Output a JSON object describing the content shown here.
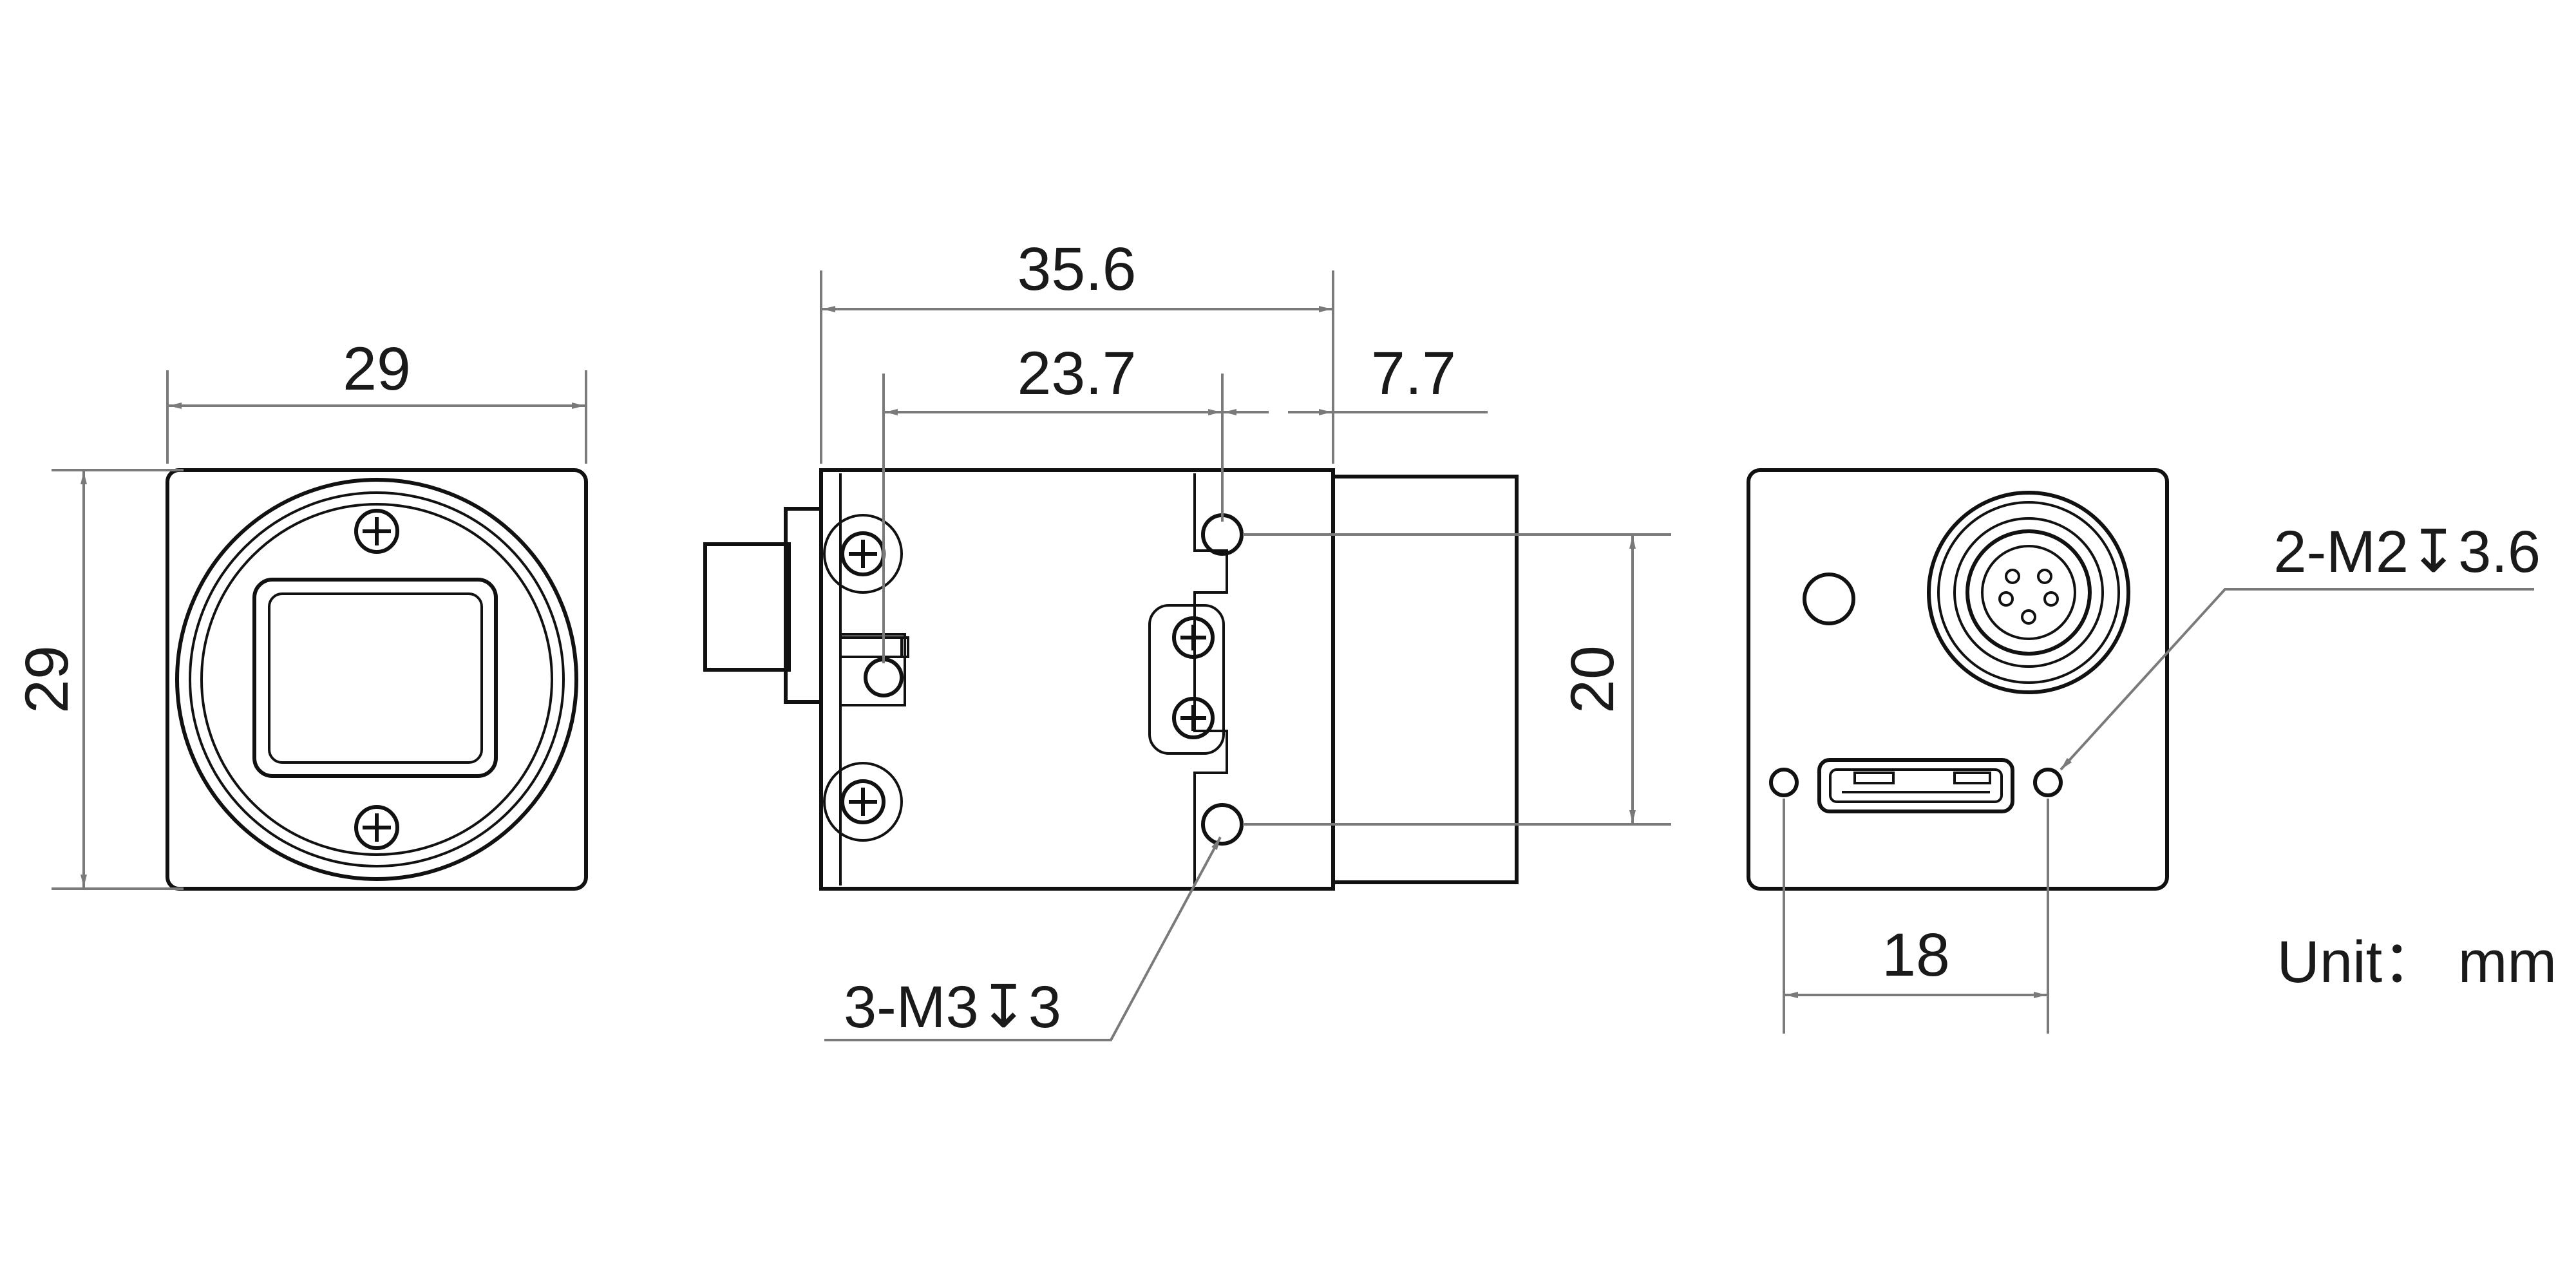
{
  "colors": {
    "outline": "#111111",
    "dimension": "#7a7a7a",
    "text": "#1a1a1a",
    "background": "#ffffff"
  },
  "front_view": {
    "width_label": "29",
    "height_label": "29"
  },
  "side_view": {
    "length_label": "35.6",
    "hole_spacing_label": "23.7",
    "lens_mount_label": "7.7",
    "hole_vertical_label": "20",
    "mount_hole_callout": "3-M3↧3"
  },
  "rear_view": {
    "hole_spacing_label": "18",
    "mount_hole_callout": "2-M2↧3.6"
  },
  "unit_label": "Unit： mm"
}
